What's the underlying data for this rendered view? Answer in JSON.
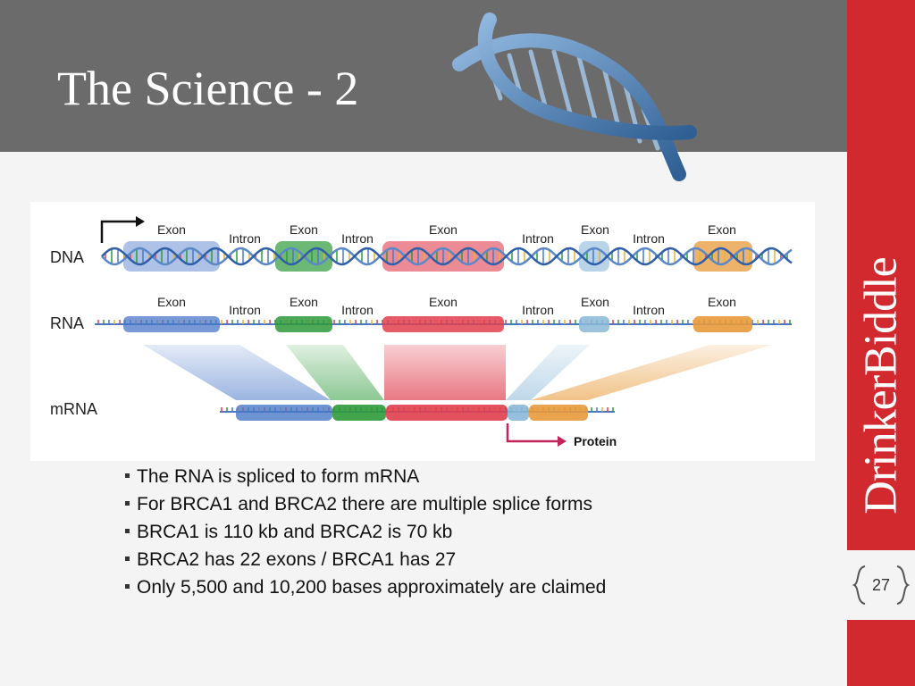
{
  "title": "The Science - 2",
  "brand": "DrinkerBiddle",
  "page_number": "27",
  "diagram": {
    "row_labels": {
      "dna": "DNA",
      "rna": "RNA",
      "mrna": "mRNA"
    },
    "segments": [
      {
        "type": "exon",
        "label": "Exon",
        "color": "#4a78c8"
      },
      {
        "type": "intron",
        "label": "Intron"
      },
      {
        "type": "exon",
        "label": "Exon",
        "color": "#2e9a3a"
      },
      {
        "type": "intron",
        "label": "Intron"
      },
      {
        "type": "exon",
        "label": "Exon",
        "color": "#e03e4e"
      },
      {
        "type": "intron",
        "label": "Intron"
      },
      {
        "type": "exon",
        "label": "Exon",
        "color": "#8ab8d8"
      },
      {
        "type": "intron",
        "label": "Intron"
      },
      {
        "type": "exon",
        "label": "Exon",
        "color": "#e89a3a"
      }
    ],
    "protein_label": "Protein"
  },
  "bullets": [
    "The RNA is spliced to form mRNA",
    "For BRCA1 and BRCA2 there are multiple splice forms",
    "BRCA1 is 110 kb and BRCA2 is 70 kb",
    "BRCA2 has 22 exons / BRCA1 has 27",
    "Only 5,500 and 10,200 bases approximately are claimed"
  ]
}
